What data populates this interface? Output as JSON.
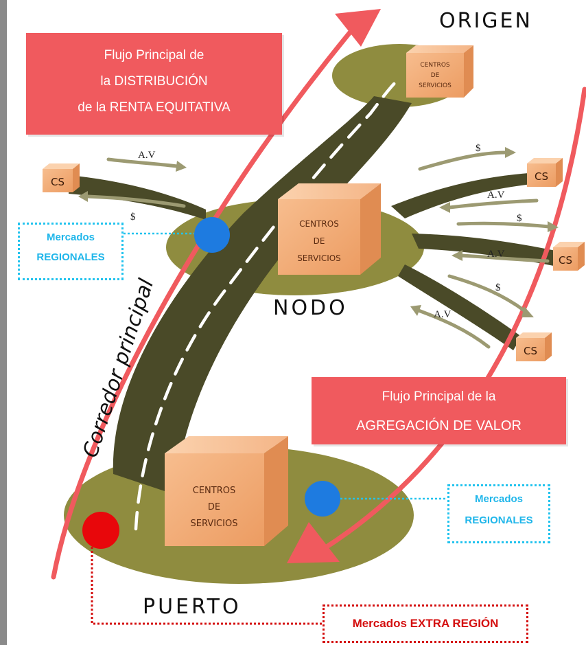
{
  "nodes": {
    "origen": "ORIGEN",
    "nodo": "NODO",
    "puerto": "PUERTO"
  },
  "corridor_label": "Corredor principal",
  "service_centers": {
    "line1": "CENTROS",
    "line2": "DE",
    "line3": "SERVICIOS"
  },
  "cs_label": "CS",
  "flow_labels": {
    "added_value": "A.V",
    "money": "$"
  },
  "distribution_flow": {
    "line1": "Flujo Principal  de",
    "line2": "la DISTRIBUCIÓN",
    "line3": "de la RENTA EQUITATIVA"
  },
  "value_flow": {
    "line1": "Flujo Principal  de la",
    "line2": "AGREGACIÓN DE VALOR"
  },
  "regional_markets": {
    "line1": "Mercados",
    "line2": "REGIONALES"
  },
  "extra_region_markets": "Mercados EXTRA REGIÓN",
  "colors": {
    "node_olive": "#8f8c3f",
    "road_dark": "#4a4a28",
    "box_salmon": "#f4b07c",
    "flow_red": "#f05a5e",
    "market_blue": "#1e7be0",
    "market_cyan": "#22c3ee",
    "extra_red": "#e8070b",
    "arrow_olive": "#9c9a72"
  }
}
